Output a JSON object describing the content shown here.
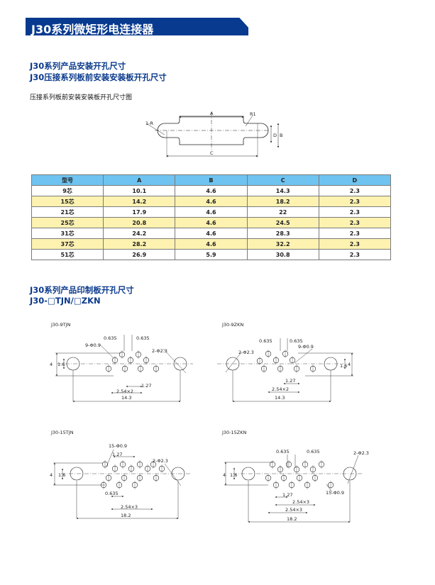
{
  "banner": {
    "title": "J30系列微矩形电连接器"
  },
  "section1": {
    "heading1": "J30系列产品安装开孔尺寸",
    "heading2": "J30压接系列板前安装安装板开孔尺寸",
    "caption": "压接系列板前安装安装板开孔尺寸图"
  },
  "cutout_diagram": {
    "label_a": "A",
    "label_b": "B",
    "label_c": "C",
    "label_d": "D",
    "label_r1": "R1",
    "label_r": "1-R"
  },
  "table": {
    "headers": [
      "型号",
      "A",
      "B",
      "C",
      "D"
    ],
    "rows": [
      [
        "9芯",
        "10.1",
        "4.6",
        "14.3",
        "2.3"
      ],
      [
        "15芯",
        "14.2",
        "4.6",
        "18.2",
        "2.3"
      ],
      [
        "21芯",
        "17.9",
        "4.6",
        "22",
        "2.3"
      ],
      [
        "25芯",
        "20.8",
        "4.6",
        "24.5",
        "2.3"
      ],
      [
        "31芯",
        "24.2",
        "4.6",
        "28.3",
        "2.3"
      ],
      [
        "37芯",
        "28.2",
        "4.6",
        "32.2",
        "2.3"
      ],
      [
        "51芯",
        "26.9",
        "5.9",
        "30.8",
        "2.3"
      ]
    ]
  },
  "section2": {
    "heading1": "J30系列产品印制板开孔尺寸",
    "heading2": "J30-□TJN/□ZKN"
  },
  "drawings": {
    "d1": {
      "title": "J30-9TJN",
      "pitch_a": "0.635",
      "pitch_b": "0.635",
      "pins": "9-Φ0.9",
      "mount": "2-Φ2.3",
      "h": "4",
      "h2": "1.6",
      "half": "1.27",
      "span": "2.54×2",
      "total": "14.3"
    },
    "d2": {
      "title": "J30-9ZKN",
      "pitch_a": "0.635",
      "pitch_b": "0.635",
      "pins": "9-Φ0.9",
      "mount": "2-Φ2.3",
      "h": "4",
      "h2": "1.6",
      "half": "1.27",
      "span": "2.54×2",
      "total": "14.3"
    },
    "d3": {
      "title": "J30-15TJN",
      "pins": "15-Φ0.9",
      "half": "1.27",
      "mount": "2-Φ2.3",
      "h": "4",
      "h2": "1.6",
      "pitch": "0.635",
      "span": "2.54×3",
      "total": "18.2"
    },
    "d4": {
      "title": "J30-15ZKN",
      "pitch_a": "0.635",
      "pitch_b": "0.635",
      "mount": "2-Φ2.3",
      "h": "4",
      "h2": "1.6",
      "half": "1.27",
      "span_a": "2.54×3",
      "span_b": "2.54×3",
      "pins": "15-Φ0.9",
      "total": "18.2"
    }
  },
  "colors": {
    "banner": "#083a8f",
    "heading": "#0b3a8c",
    "table_header": "#6ec3f0",
    "table_alt_row": "#fdf2b0"
  }
}
